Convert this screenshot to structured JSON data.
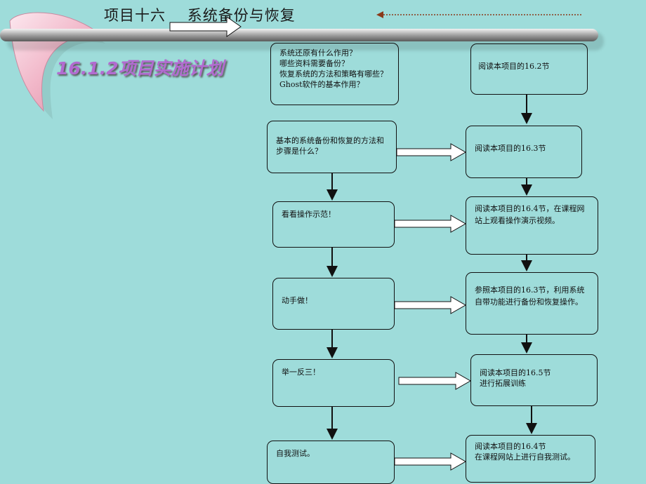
{
  "header": {
    "title": "项目十六    系统备份与恢复"
  },
  "section_title": "16.1.2项目实施计划",
  "left_steps": [
    {
      "lines": [
        "系统还原有什么作用？",
        "哪些资料需要备份？",
        "恢复系统的方法和策略有哪些？",
        "Ghost软件的基本作用？"
      ]
    },
    {
      "lines": [
        "基本的系统备份和恢复的方法和步骤是什么？"
      ]
    },
    {
      "lines": [
        "看看操作示范！"
      ]
    },
    {
      "lines": [
        "动手做！"
      ]
    },
    {
      "lines": [
        "举一反三！"
      ]
    },
    {
      "lines": [
        "自我测试。"
      ]
    }
  ],
  "right_steps": [
    {
      "lines": [
        "阅读本项目的16.2节"
      ]
    },
    {
      "lines": [
        "阅读本项目的16.3节"
      ]
    },
    {
      "lines": [
        "阅读本项目的16.4节，在课程网站上观看操作演示视频。"
      ]
    },
    {
      "lines": [
        "参照本项目的16.3节，利用系统自带功能进行备份和恢复操作。"
      ]
    },
    {
      "lines": [
        "阅读本项目的16.5节",
        "进行拓展训练"
      ]
    },
    {
      "lines": [
        "阅读本项目的16.4节",
        "在课程网站上进行自我测试。"
      ]
    }
  ]
}
